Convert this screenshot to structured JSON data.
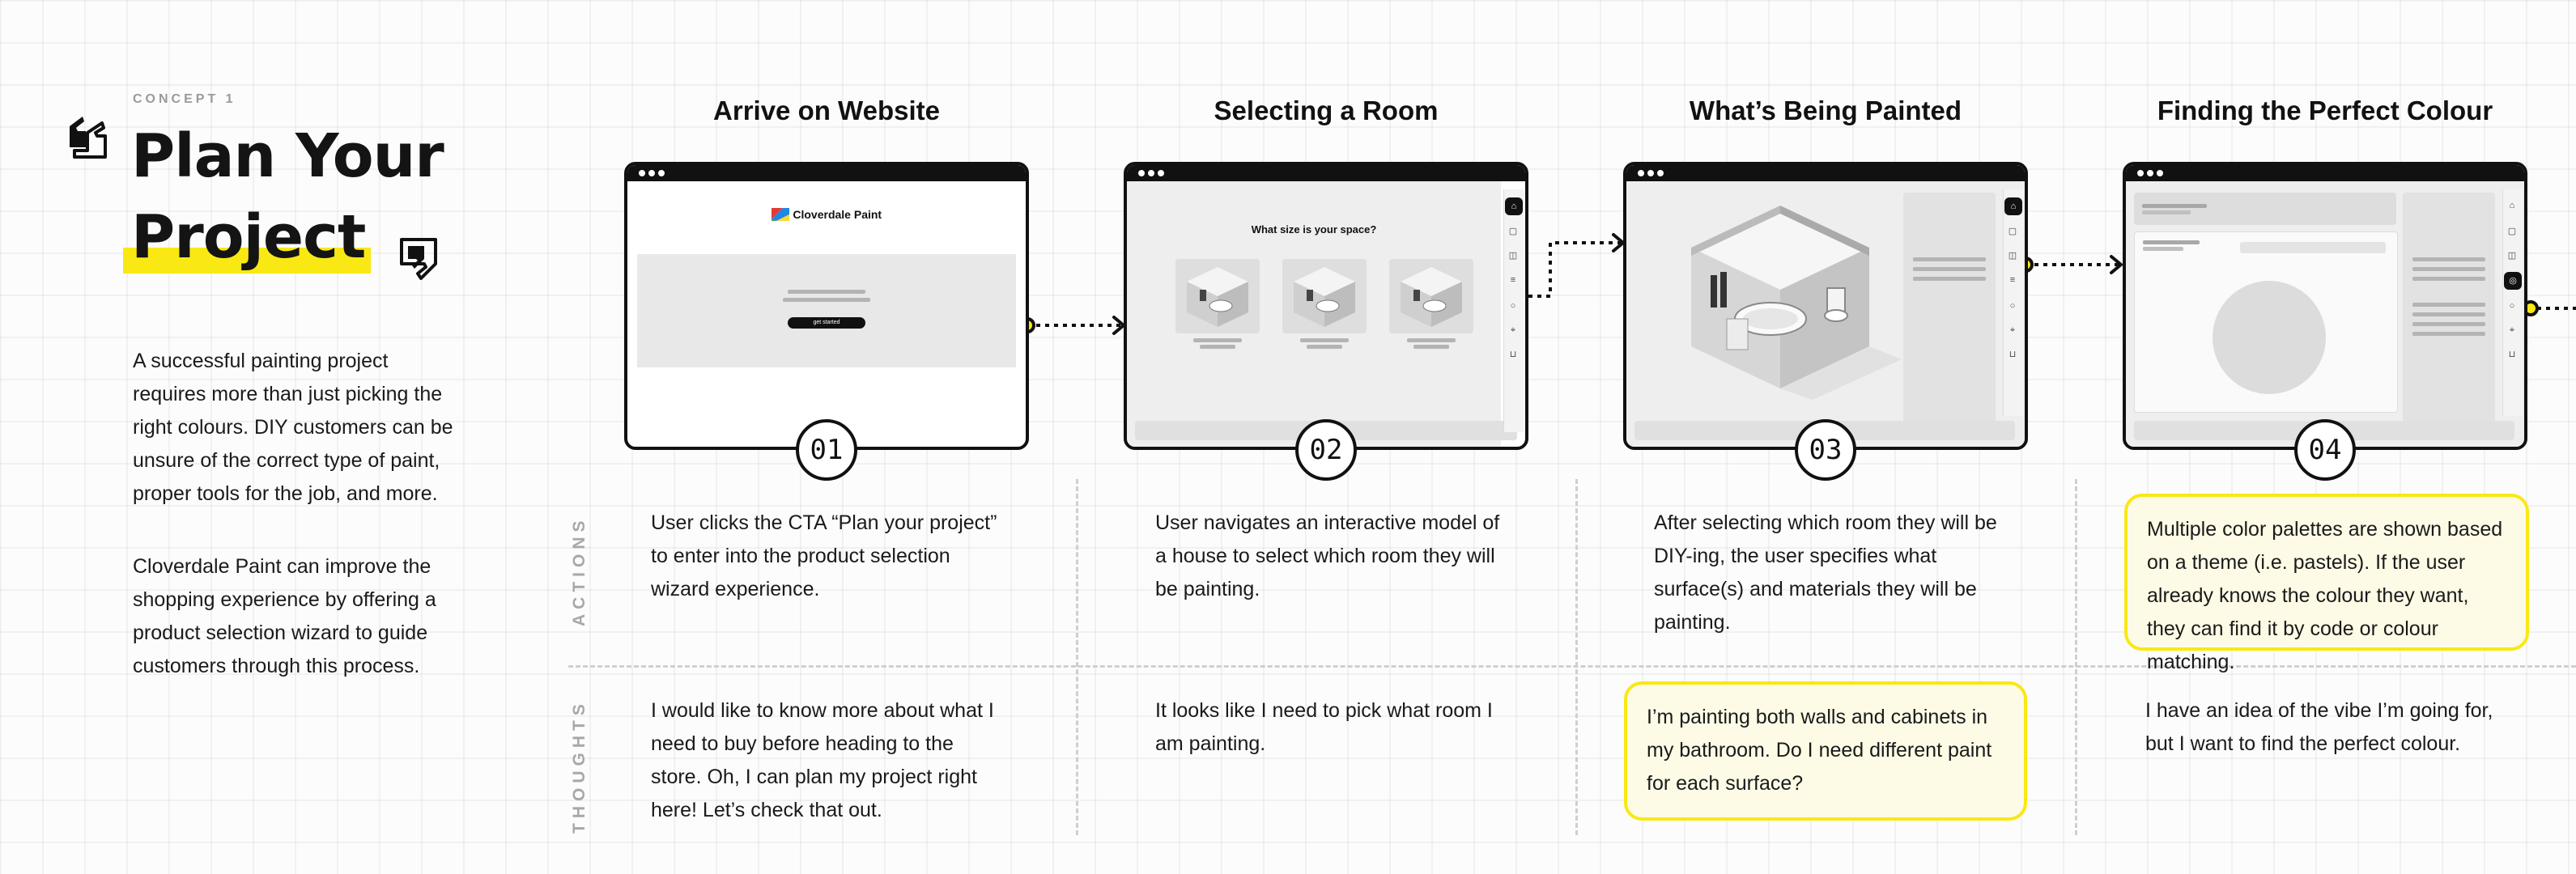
{
  "intro": {
    "concept_label": "CONCEPT 1",
    "title_line1": "Plan Your",
    "title_line2": "Project",
    "paragraph1": "A successful painting project requires more than just picking the right colours. DIY customers can be unsure of the correct type of paint, proper tools for the job, and more.",
    "paragraph2": "Cloverdale Paint can improve the shopping experience by offering a product selection wizard to guide customers through this process."
  },
  "lanes": {
    "actions": "ACTIONS",
    "thoughts": "THOUGHTS"
  },
  "steps": [
    {
      "title": "Arrive on Website",
      "number": "01",
      "brand": "Cloverdale Paint",
      "cta_label": "get started",
      "action": "User clicks the CTA “Plan your project” to enter into the product selection wizard experience.",
      "thought": "I would like to know more about what I need to buy before heading to the store. Oh, I can plan my project right here! Let’s check that out."
    },
    {
      "title": "Selecting a Room",
      "number": "02",
      "question": "What size is your space?",
      "action": "User navigates an interactive model of a house to select which room they will be painting.",
      "thought": "It looks like I need to pick what room I am painting."
    },
    {
      "title": "What’s Being Painted",
      "number": "03",
      "action": "After selecting which room they will be DIY-ing, the user specifies what surface(s) and materials they will be painting.",
      "thought": "I’m painting both walls and cabinets in my bathroom. Do I need different paint for each surface?"
    },
    {
      "title": "Finding the Perfect Colour",
      "number": "04",
      "action": "Multiple color palettes are shown based on a theme (i.e. pastels). If the user already knows the colour they want, they can find it by code or colour matching.",
      "thought": "I have an idea of the vibe I’m going for, but I want to find the perfect colour."
    }
  ],
  "colors": {
    "accent_yellow": "#f9e814",
    "callout_fill": "#fdfbe6",
    "ink": "#111111"
  },
  "icons": [
    "quote-open-icon",
    "quote-close-icon",
    "home-icon",
    "cart-icon",
    "tag-icon",
    "cloverdale-logo-icon",
    "bathroom-render-icon"
  ]
}
